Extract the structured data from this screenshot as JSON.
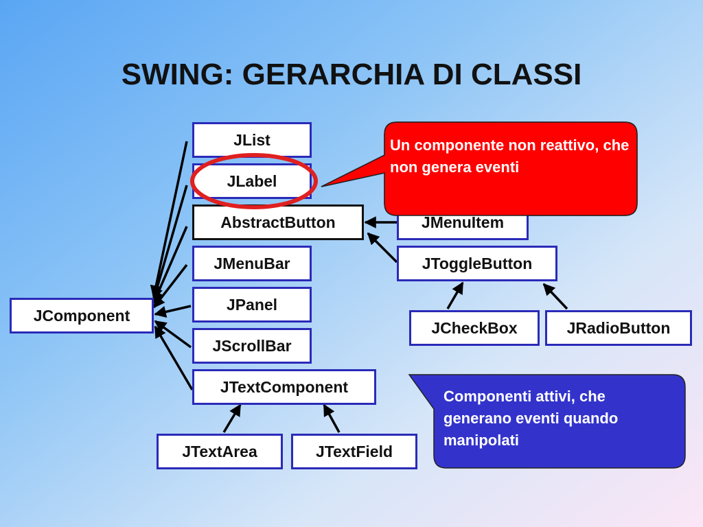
{
  "title": "SWING: GERARCHIA DI CLASSI",
  "nodes": {
    "jlist": "JList",
    "jlabel": "JLabel",
    "abstractbutton": "AbstractButton",
    "jmenubar": "JMenuBar",
    "jpanel": "JPanel",
    "jscrollbar": "JScrollBar",
    "jtextcomponent": "JTextComponent",
    "jtextarea": "JTextArea",
    "jtextfield": "JTextField",
    "jcomponent": "JComponent",
    "jmenuitem": "JMenuItem",
    "jtogglebutton": "JToggleButton",
    "jcheckbox": "JCheckBox",
    "jradiobutton": "JRadioButton"
  },
  "callouts": {
    "passive": "Un componente non reattivo, che non genera eventi",
    "active": "Componenti attivi, che generano eventi quando manipolati"
  },
  "colors": {
    "node_border": "#2a2ab8",
    "passive_callout": "#ff0000",
    "active_callout": "#3333cc",
    "highlight_ellipse": "#e02020"
  }
}
